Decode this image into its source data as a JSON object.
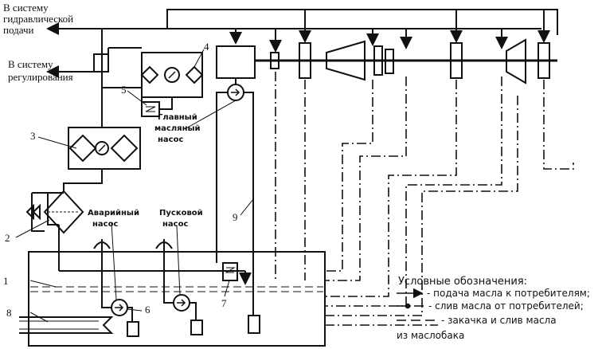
{
  "labels": {
    "hydraulic_line1": "В систему",
    "hydraulic_line2": "гидравлической",
    "hydraulic_line3": "подачи",
    "regulation_line1": "В систему",
    "regulation_line2": "регулирования",
    "main_pump_line1": "Главный",
    "main_pump_line2": "масляный",
    "main_pump_line3": "насос",
    "emergency_pump_line1": "Аварийный",
    "emergency_pump_line2": "насос",
    "start_pump_line1": "Пусковой",
    "start_pump_line2": "насос"
  },
  "numbers": [
    "1",
    "2",
    "3",
    "4",
    "5",
    "6",
    "7",
    "8",
    "9"
  ],
  "legend": {
    "title": "Условные обозначения:",
    "supply": "- подача масла к потребителям;",
    "drain": "- слив масла от потребителей;",
    "fill": "- закачка и слив масла",
    "fill_cont": "из маслобака"
  }
}
